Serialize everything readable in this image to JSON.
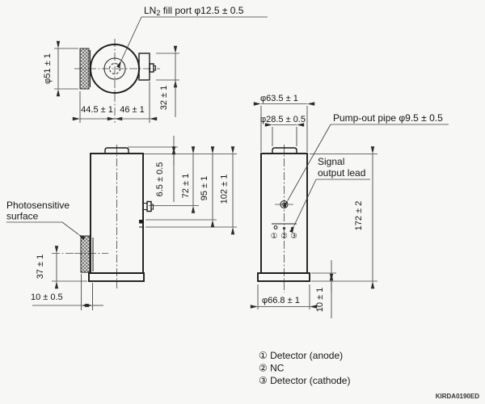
{
  "drawing": {
    "top_view": {
      "ln2_label": {
        "pre": "LN",
        "sub": "2",
        "post": " fill port φ12.5 ± 0.5"
      },
      "dims": {
        "window_diameter": "φ51 ± 1",
        "left_width": "44.5 ± 1",
        "right_width": "46 ± 1",
        "connector_height": "32 ± 1"
      }
    },
    "side_view": {
      "surface_label_line1": "Photosensitive",
      "surface_label_line2": "surface",
      "dims": {
        "cap_height": "6.5 ± 0.5",
        "pipe_height": "72 ± 1",
        "step_height": "95 ± 1",
        "body_height": "102 ± 1",
        "window_center_height": "37 ± 1",
        "window_offset": "10 ± 0.5"
      }
    },
    "front_view": {
      "pump_label": "Pump-out pipe φ9.5 ± 0.5",
      "signal_label_line1": "Signal",
      "signal_label_line2": "output lead",
      "pins": [
        "①",
        "②",
        "③"
      ],
      "dims": {
        "body_diameter": "φ63.5 ± 1",
        "neck_diameter": "φ28.5 ± 0.5",
        "total_height": "172 ± 2",
        "flange_height": "10 ± 1",
        "flange_diameter": "φ66.8 ± 1"
      }
    },
    "legend": {
      "items": [
        {
          "label": "① Detector (anode)"
        },
        {
          "label": "② NC"
        },
        {
          "label": "③ Detector (cathode)"
        }
      ]
    },
    "doc_id": "KIRDA0190ED",
    "colors": {
      "line": "#1c1c1c",
      "background": "#f7f7f5"
    }
  }
}
